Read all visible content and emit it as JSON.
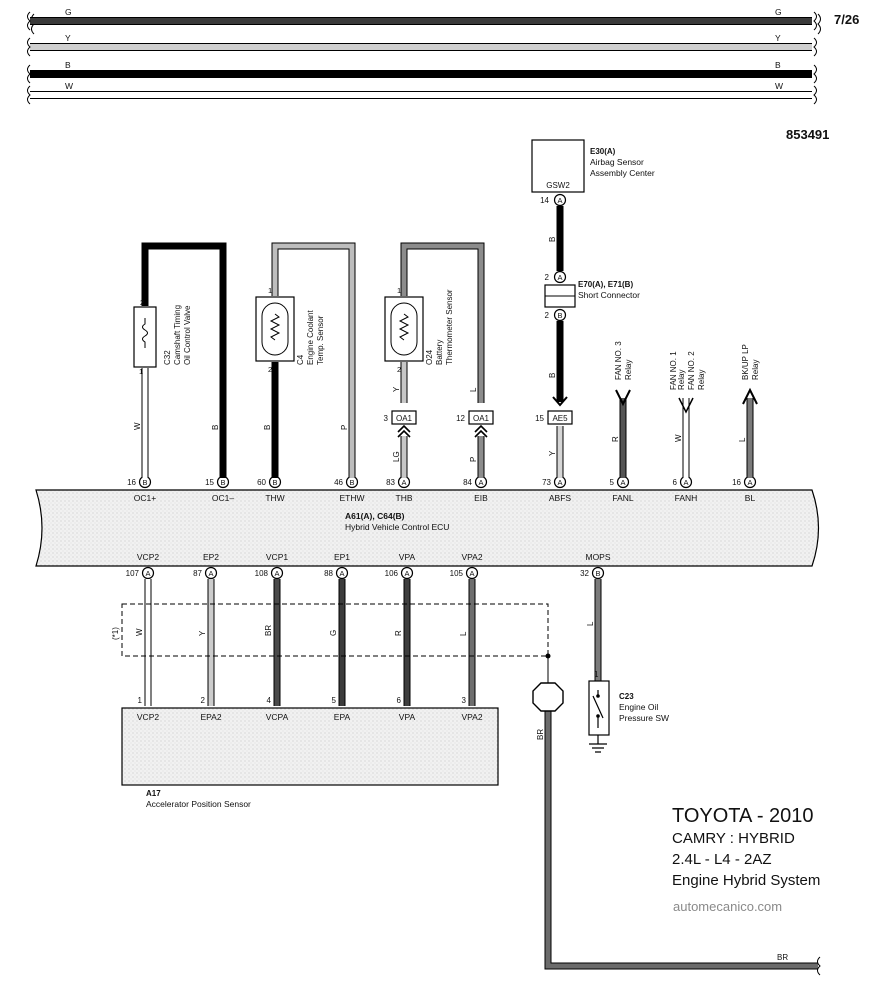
{
  "page": {
    "number": "7/26",
    "code": "853491"
  },
  "bus": [
    {
      "label": "G",
      "color": "#3a3a3a",
      "width": 7
    },
    {
      "label": "Y",
      "color": "#cfcfcf",
      "width": 7
    },
    {
      "label": "B",
      "color": "#000000",
      "width": 7
    },
    {
      "label": "W",
      "color": "#ffffff",
      "width": 7
    }
  ],
  "ecu": {
    "id": "A61(A), C64(B)",
    "name": "Hybrid Vehicle Control ECU"
  },
  "top_pins": [
    {
      "pin": "16",
      "conn": "B",
      "name": "OC1+",
      "wire": "W",
      "color": "#ffffff"
    },
    {
      "pin": "15",
      "conn": "B",
      "name": "OC1–",
      "wire": "B",
      "color": "#000000"
    },
    {
      "pin": "60",
      "conn": "B",
      "name": "THW",
      "wire": "B",
      "color": "#000000"
    },
    {
      "pin": "46",
      "conn": "B",
      "name": "ETHW",
      "wire": "P",
      "color": "#bdbdbd"
    },
    {
      "pin": "83",
      "conn": "A",
      "name": "THB",
      "wire": "LG",
      "color": "#c7c7c7"
    },
    {
      "pin": "84",
      "conn": "A",
      "name": "EIB",
      "wire": "P",
      "color": "#8c8c8c"
    },
    {
      "pin": "73",
      "conn": "A",
      "name": "ABFS",
      "wire": "Y",
      "color": "#d6d6d6"
    },
    {
      "pin": "5",
      "conn": "A",
      "name": "FANL",
      "wire": "R",
      "color": "#555555"
    },
    {
      "pin": "6",
      "conn": "A",
      "name": "FANH",
      "wire": "W",
      "color": "#ffffff"
    },
    {
      "pin": "16",
      "conn": "A",
      "name": "BL",
      "wire": "L",
      "color": "#7a7a7a"
    }
  ],
  "bottom_pins": [
    {
      "pin": "107",
      "conn": "A",
      "name": "VCP2",
      "wire": "W",
      "color": "#ffffff"
    },
    {
      "pin": "87",
      "conn": "A",
      "name": "EP2",
      "wire": "Y",
      "color": "#cccccc"
    },
    {
      "pin": "108",
      "conn": "A",
      "name": "VCP1",
      "wire": "BR",
      "color": "#4a4a4a"
    },
    {
      "pin": "88",
      "conn": "A",
      "name": "EP1",
      "wire": "G",
      "color": "#3c3c3c"
    },
    {
      "pin": "106",
      "conn": "A",
      "name": "VPA",
      "wire": "R",
      "color": "#3e3e3e"
    },
    {
      "pin": "105",
      "conn": "A",
      "name": "VPA2",
      "wire": "L",
      "color": "#6e6e6e"
    },
    {
      "pin": "32",
      "conn": "B",
      "name": "MOPS",
      "wire": "L",
      "color": "#7a7a7a"
    }
  ],
  "components": {
    "c32": {
      "id": "C32",
      "name1": "Camshaft Timing",
      "name2": "Oil Control Valve",
      "pin_top": "2",
      "pin_bottom": "1"
    },
    "c4": {
      "id": "C4",
      "name1": "Engine Coolant",
      "name2": "Temp. Sensor",
      "pin_top": "1",
      "pin_bottom": "2"
    },
    "o24": {
      "id": "O24",
      "name1": "Battery",
      "name2": "Thermometer Sensor",
      "pin_top": "1",
      "pin_bottom": "2",
      "wire_top": "Y",
      "wire_right": "L"
    },
    "e30": {
      "id": "E30(A)",
      "name1": "Airbag Sensor",
      "name2": "Assembly Center",
      "terminal": "GSW2",
      "pin": "14",
      "conn": "A",
      "wire": "B"
    },
    "e70": {
      "id": "E70(A), E71(B)",
      "name": "Short Connector",
      "pin_top": "2",
      "conn_top": "A",
      "pin_bottom": "2",
      "conn_bottom": "B",
      "wire": "B"
    },
    "oa1_left": {
      "pin": "3",
      "label": "OA1"
    },
    "oa1_right": {
      "pin": "12",
      "label": "OA1"
    },
    "ae5": {
      "pin": "15",
      "label": "AE5"
    },
    "relays": [
      {
        "label1": "FAN NO. 3",
        "label2": "Relay"
      },
      {
        "label1": "FAN NO. 1",
        "label2": "Relay",
        "label3": "FAN NO. 2",
        "label4": "Relay"
      },
      {
        "label1": "BK/UP LP",
        "label2": "Relay"
      }
    ],
    "a17": {
      "id": "A17",
      "name": "Accelerator Position Sensor",
      "shield_note": "(*1)",
      "pins": [
        {
          "pin": "1",
          "name": "VCP2"
        },
        {
          "pin": "2",
          "name": "EPA2"
        },
        {
          "pin": "4",
          "name": "VCPA"
        },
        {
          "pin": "5",
          "name": "EPA"
        },
        {
          "pin": "6",
          "name": "VPA"
        },
        {
          "pin": "3",
          "name": "VPA2"
        }
      ]
    },
    "c23": {
      "id": "C23",
      "name1": "Engine Oil",
      "name2": "Pressure SW",
      "pin": "1"
    },
    "br_wire": {
      "label_upper": "BR",
      "label_lower": "BR"
    }
  },
  "title": {
    "line1": "TOYOTA - 2010",
    "line2": "CAMRY : HYBRID",
    "line3": "2.4L - L4 - 2AZ",
    "line4": "Engine Hybrid System",
    "site": "automecanico.com"
  }
}
